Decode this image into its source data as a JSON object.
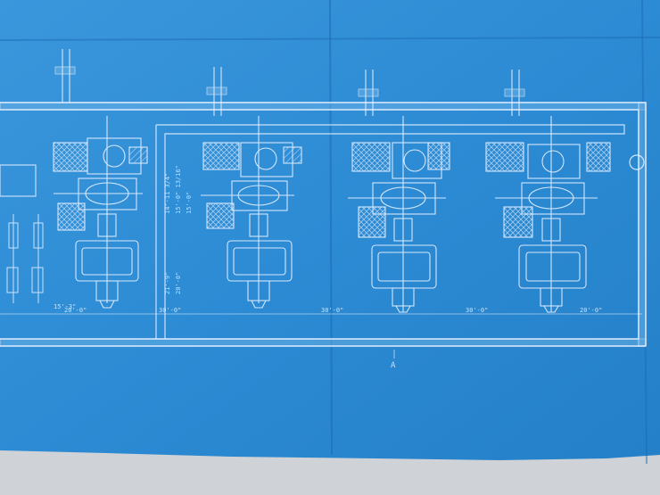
{
  "colors": {
    "paper": "#2f8fd6",
    "paper_dark": "#1f74be",
    "ink": "#e8f1ff",
    "background": "#cfd2d6"
  },
  "drawing": {
    "spacing_labels": [
      "15'-3\"",
      "20'-0\"",
      "30'-0\"",
      "30'-0\"",
      "30'-0\"",
      "20'-0\""
    ],
    "vertical_notes": [
      "14'-11 3/4\"",
      "15'-0\" 13/16\"",
      "15'-0\"",
      "21'-9\"",
      "20'-0\""
    ],
    "section_mark": "A"
  }
}
